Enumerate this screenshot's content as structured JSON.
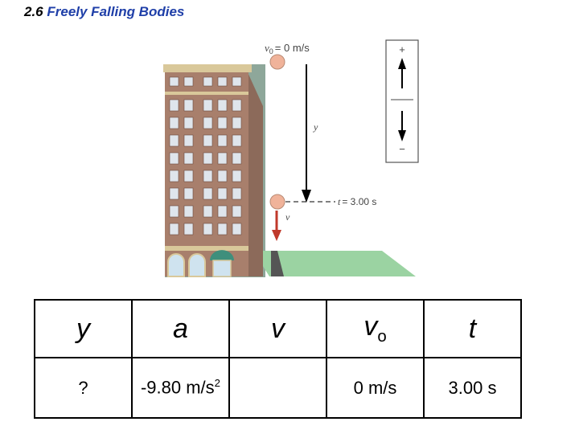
{
  "title": {
    "section": "2.6",
    "heading": "Freely Falling Bodies"
  },
  "figure": {
    "v0_symbol": "v",
    "v0_subscript": "0",
    "v0_value": "= 0 m/s",
    "displacement_label": "y",
    "time_symbol": "t",
    "time_value": "= 3.00 s",
    "velocity_label": "v",
    "plus_sign": "+",
    "minus_sign": "−",
    "colors": {
      "building": "#a87f6c",
      "building_trim": "#d9c89a",
      "sky_strip": "#8ea79a",
      "grass": "#9bd3a2",
      "ball": "#f0b39a",
      "velocity_arrow": "#c0392b"
    }
  },
  "table": {
    "headers": [
      "y",
      "a",
      "v",
      "v",
      "t"
    ],
    "header_v0_subscript": "o",
    "values": [
      "?",
      "-9.80 m/s",
      "",
      "0 m/s",
      "3.00 s"
    ],
    "a_superscript": "2"
  }
}
